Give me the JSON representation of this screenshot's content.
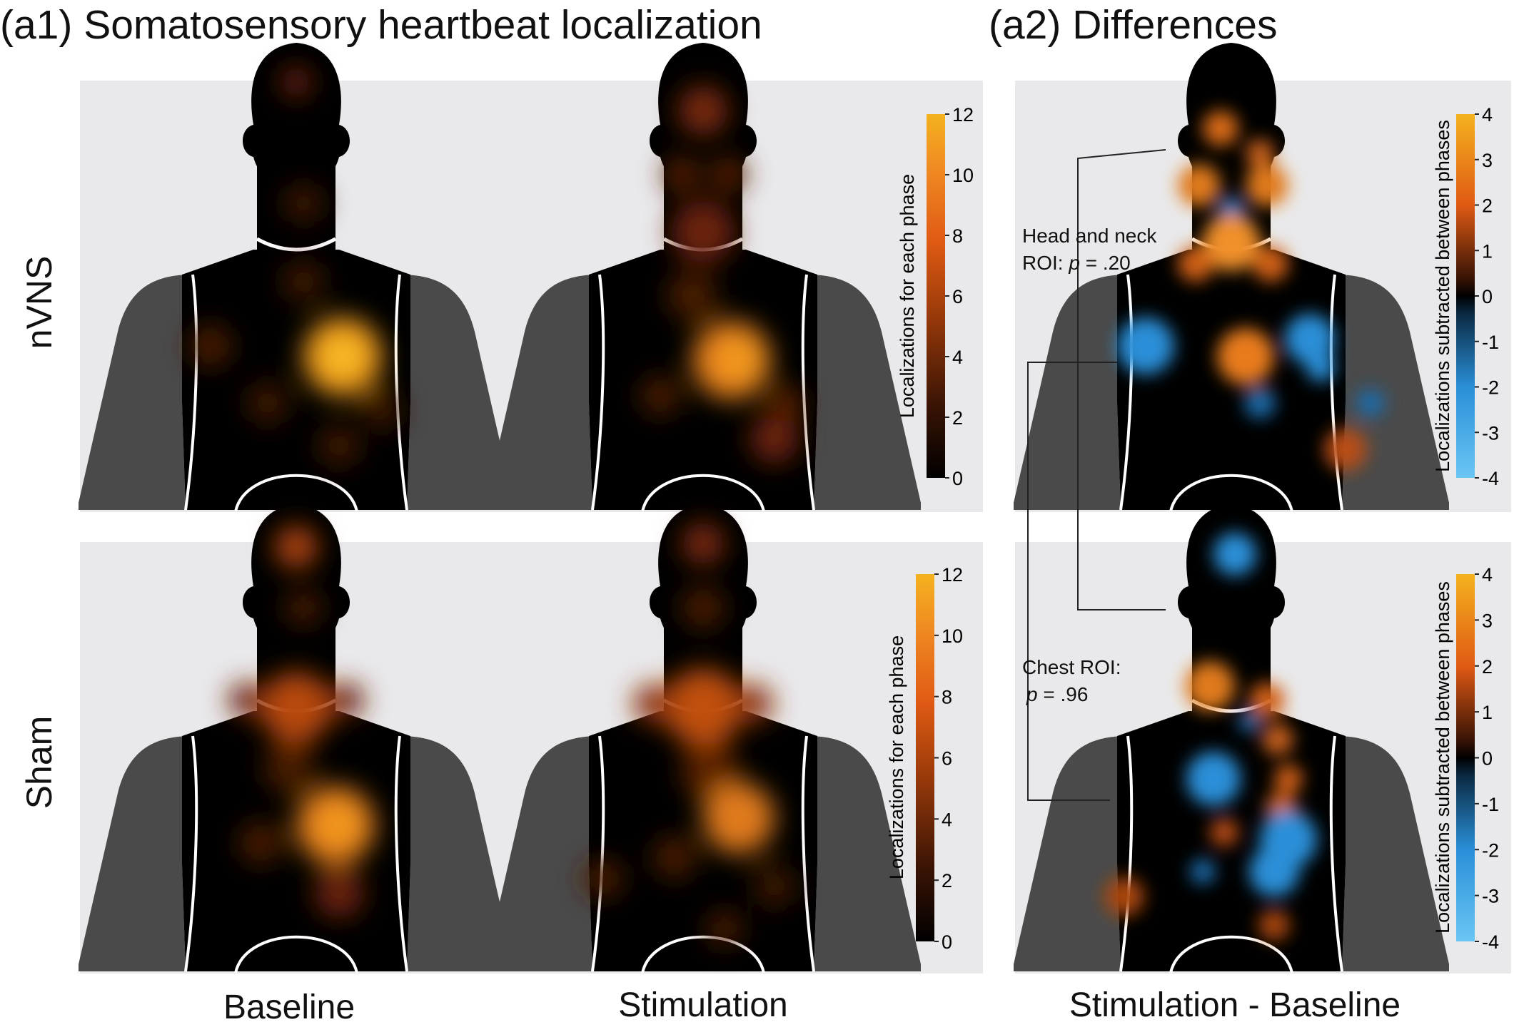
{
  "titles": {
    "a1": "(a1) Somatosensory heartbeat localization",
    "a2": "(a2) Differences"
  },
  "rows": [
    "nVNS",
    "Sham"
  ],
  "columns": [
    "Baseline",
    "Stimulation",
    "Stimulation - Baseline"
  ],
  "colorbars": {
    "count": {
      "label": "Localizations for each phase",
      "ticks": [
        "12",
        "10",
        "8",
        "6",
        "4",
        "2",
        "0"
      ]
    },
    "diff": {
      "label": "Localizations subtracted between phases",
      "ticks": [
        "4",
        "3",
        "2",
        "1",
        "0",
        "-1",
        "-2",
        "-3",
        "-4"
      ]
    }
  },
  "annotations": {
    "head_neck_line1": "Head and neck",
    "head_neck_line2_prefix": "ROI: ",
    "head_neck_p": "p",
    "head_neck_value": " = .20",
    "chest_line1": "Chest ROI:",
    "chest_p": "p",
    "chest_value": " = .96"
  },
  "colors": {
    "panel_bg": "#e9e9eb",
    "arm_gray": "#4a4a4a",
    "body_black": "#000000",
    "outline_white": "#ffffff",
    "heat_orange": "#f0a21e",
    "heat_dark": "#7a2a05",
    "diff_blue": "#2a8fd8",
    "diff_lightblue": "#5bbdf0"
  }
}
